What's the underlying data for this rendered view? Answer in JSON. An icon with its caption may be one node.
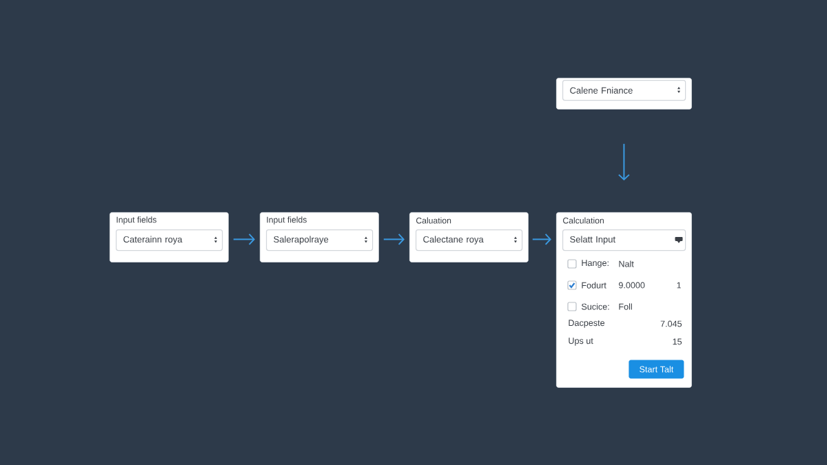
{
  "diagram": {
    "nodes": [
      {
        "text": [],
        "shape": "box"
      },
      {
        "text": [
          "Calene Fniance"
        ],
        "in": 0
      },
      {
        "text": [
          "Input fields"
        ]
      },
      {
        "text": [
          "Caterainn roya"
        ],
        "in": 2
      },
      {
        "text": [
          "Input fields"
        ]
      },
      {
        "text": [
          "Salerapolraye"
        ],
        "in": 4
      },
      {
        "text": [
          "Caluation"
        ]
      },
      {
        "text": [
          "Calectane roya"
        ],
        "in": 6
      },
      {
        "text": [
          "Calculation",
          "Hange:",
          "Nalt",
          "Fodurt",
          "9.0000",
          "1",
          "Sucice:",
          "Foll",
          "Dacpeste",
          "7.045",
          "Ups ut",
          "15"
        ]
      },
      {
        "text": [
          "Selatt Input"
        ],
        "in": 8
      },
      {
        "text": [
          "Start Talt"
        ],
        "in": 8
      }
    ],
    "edges": [
      {
        "from": 0,
        "to": 8,
        "arrow": "to"
      },
      {
        "from": 2,
        "to": 4,
        "arrow": "to"
      },
      {
        "from": 4,
        "to": 6,
        "arrow": "to"
      },
      {
        "from": 6,
        "to": 8,
        "arrow": "to"
      }
    ]
  }
}
